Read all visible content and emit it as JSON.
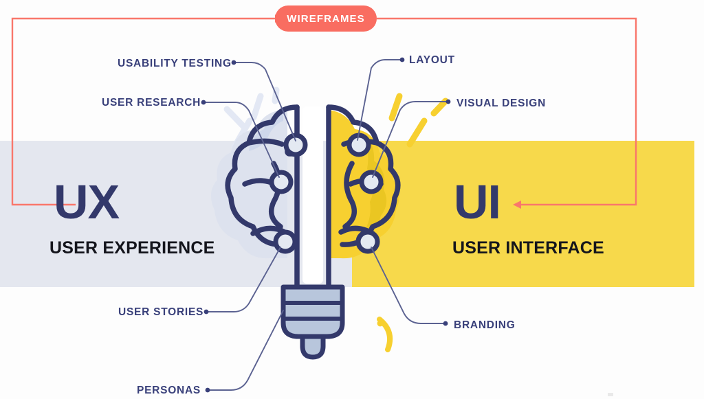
{
  "diagram": {
    "title_pill": {
      "label": "WIREFRAMES",
      "color": "#f96d61"
    },
    "left_side": {
      "heading": "UX",
      "subheading": "USER EXPERIENCE",
      "band_color": "#e4e7ef",
      "heading_color": "#33396b"
    },
    "right_side": {
      "heading": "UI",
      "subheading": "USER INTERFACE",
      "band_color": "#f7d94b",
      "heading_color": "#33396b"
    },
    "left_labels": [
      {
        "text": "USABILITY TESTING"
      },
      {
        "text": "USER RESEARCH"
      },
      {
        "text": "USER STORIES"
      },
      {
        "text": "PERSONAS"
      }
    ],
    "right_labels": [
      {
        "text": "LAYOUT"
      },
      {
        "text": "VISUAL DESIGN"
      },
      {
        "text": "BRANDING"
      }
    ],
    "illustration": {
      "name": "brain-lightbulb",
      "outline_color": "#33396b",
      "left_hemisphere_fill": "#dde2ee",
      "right_hemisphere_fill": "#f7d030",
      "bulb_base_fill": "#b8c6dc",
      "ray_left_color": "#e6eaf5",
      "ray_right_color": "#f7d030"
    },
    "connectors": {
      "color": "#f9776b",
      "label_color": "#39407a"
    }
  }
}
